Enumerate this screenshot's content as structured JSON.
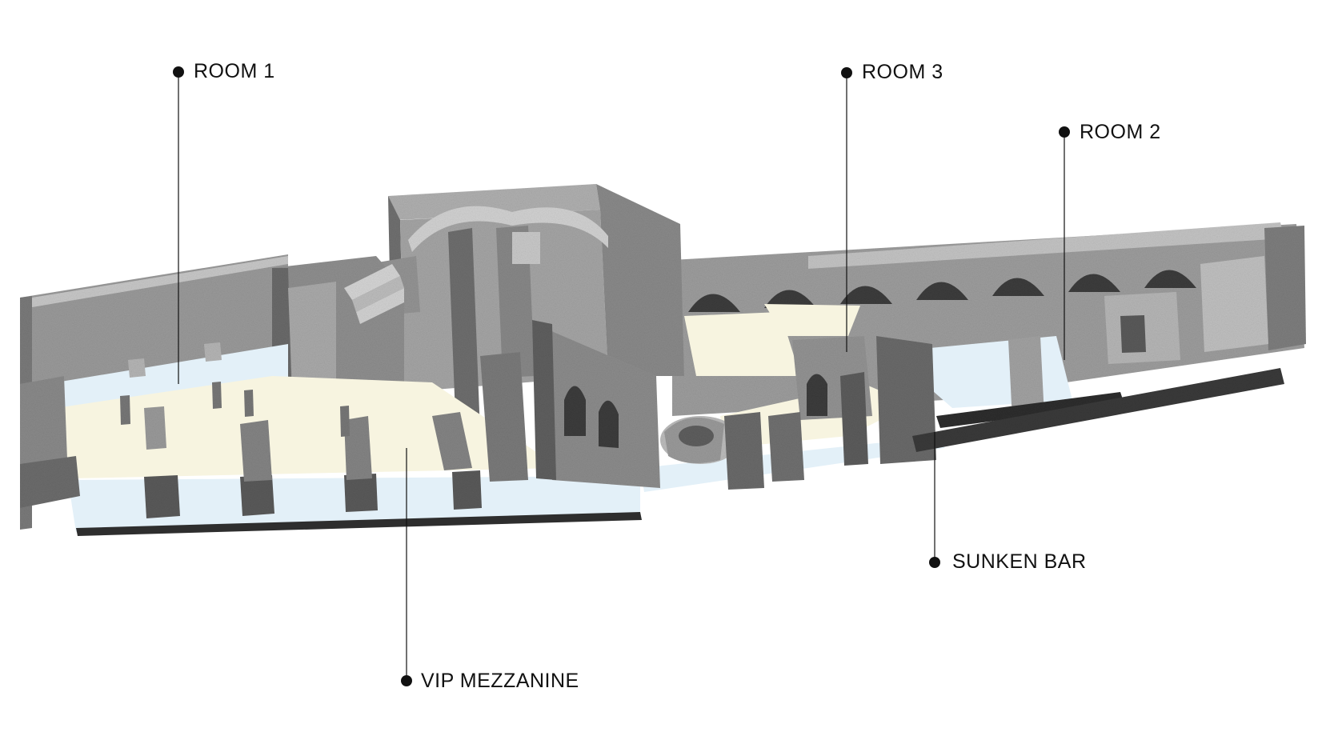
{
  "diagram": {
    "labels": {
      "room1": "ROOM 1",
      "room3": "ROOM 3",
      "room2": "ROOM 2",
      "sunken_bar": "SUNKEN BAR",
      "vip_mezzanine": "VIP MEZZANINE"
    }
  },
  "colors": {
    "floor_cream": "#f7f4e0",
    "floor_blue": "#e3f0f8",
    "callout": "#111111"
  }
}
